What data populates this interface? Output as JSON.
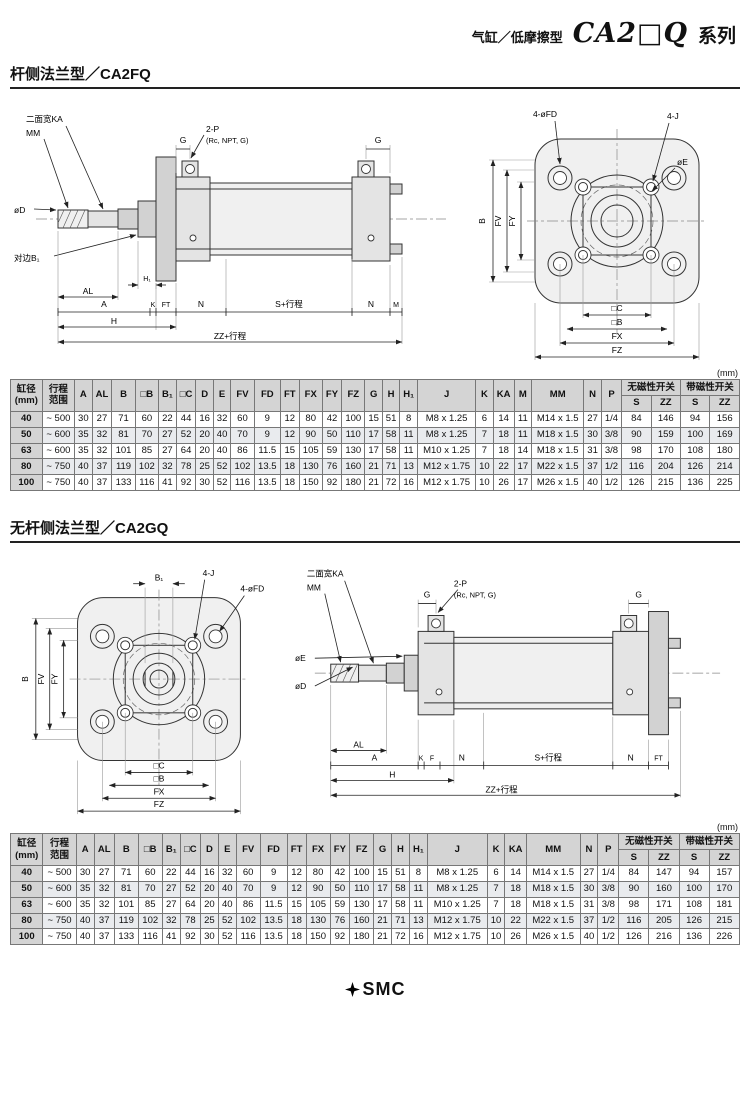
{
  "page_header": {
    "category": "气缸／低摩擦型",
    "series": "CA2□Q",
    "series_suffix": "系列"
  },
  "sections": {
    "fq": {
      "title": "杆侧法兰型／CA2FQ"
    },
    "gq": {
      "title": "无杆侧法兰型／CA2GQ"
    }
  },
  "footer": {
    "brand": "SMC"
  },
  "drawings": {
    "fq_side": {
      "ka": "二面宽KA",
      "mm": "MM",
      "g1": "G",
      "p": "2-P",
      "p_sub": "(Rc, NPT, G)",
      "g2": "G",
      "od": "øD",
      "b1": "对边B₁",
      "h1": "H₁",
      "al": "AL",
      "a": "A",
      "k": "K",
      "ft": "FT",
      "n1": "N",
      "s": "S+行程",
      "n2": "N",
      "m": "M",
      "h": "H",
      "zz": "ZZ+行程"
    },
    "fq_front": {
      "fd": "4-øFD",
      "j": "4-J",
      "e": "øE",
      "b": "B",
      "fv": "FV",
      "fy": "FY",
      "c": "□C",
      "bsq": "□B",
      "fx": "FX",
      "fz": "FZ"
    },
    "gq_front": {
      "b1": "B₁",
      "j": "4-J",
      "fd": "4-øFD",
      "b": "B",
      "fv": "FV",
      "fy": "FY",
      "c": "□C",
      "bsq": "□B",
      "fx": "FX",
      "fz": "FZ"
    },
    "gq_side": {
      "ka": "二面宽KA",
      "mm": "MM",
      "g1": "G",
      "p": "2-P",
      "p_sub": "(Rc, NPT, G)",
      "g2": "G",
      "oe": "øE",
      "od": "øD",
      "al": "AL",
      "a": "A",
      "k": "K",
      "f": "F",
      "n1": "N",
      "s": "S+行程",
      "n2": "N",
      "ft": "FT",
      "h": "H",
      "zz": "ZZ+行程"
    }
  },
  "tables": [
    {
      "unit": "(mm)",
      "head1": [
        {
          "t": "缸径\n(mm)",
          "rs": 2
        },
        {
          "t": "行程\n范围",
          "rs": 2
        },
        {
          "t": "A",
          "rs": 2
        },
        {
          "t": "AL",
          "rs": 2
        },
        {
          "t": "B",
          "rs": 2
        },
        {
          "t": "□B",
          "rs": 2
        },
        {
          "t": "B₁",
          "rs": 2
        },
        {
          "t": "□C",
          "rs": 2
        },
        {
          "t": "D",
          "rs": 2
        },
        {
          "t": "E",
          "rs": 2
        },
        {
          "t": "FV",
          "rs": 2
        },
        {
          "t": "FD",
          "rs": 2
        },
        {
          "t": "FT",
          "rs": 2
        },
        {
          "t": "FX",
          "rs": 2
        },
        {
          "t": "FY",
          "rs": 2
        },
        {
          "t": "FZ",
          "rs": 2
        },
        {
          "t": "G",
          "rs": 2
        },
        {
          "t": "H",
          "rs": 2
        },
        {
          "t": "H₁",
          "rs": 2
        },
        {
          "t": "J",
          "rs": 2
        },
        {
          "t": "K",
          "rs": 2
        },
        {
          "t": "KA",
          "rs": 2
        },
        {
          "t": "M",
          "rs": 2
        },
        {
          "t": "MM",
          "rs": 2
        },
        {
          "t": "N",
          "rs": 2
        },
        {
          "t": "P",
          "rs": 2
        },
        {
          "t": "无磁性开关",
          "cs": 2
        },
        {
          "t": "带磁性开关",
          "cs": 2
        }
      ],
      "head2": [
        "S",
        "ZZ",
        "S",
        "ZZ"
      ],
      "rows": [
        [
          "40",
          "~ 500",
          "30",
          "27",
          "71",
          "60",
          "22",
          "44",
          "16",
          "32",
          "60",
          "9",
          "12",
          "80",
          "42",
          "100",
          "15",
          "51",
          "8",
          "M8 x 1.25",
          "6",
          "14",
          "11",
          "M14 x 1.5",
          "27",
          "1/4",
          "84",
          "146",
          "94",
          "156"
        ],
        [
          "50",
          "~ 600",
          "35",
          "32",
          "81",
          "70",
          "27",
          "52",
          "20",
          "40",
          "70",
          "9",
          "12",
          "90",
          "50",
          "110",
          "17",
          "58",
          "11",
          "M8 x 1.25",
          "7",
          "18",
          "11",
          "M18 x 1.5",
          "30",
          "3/8",
          "90",
          "159",
          "100",
          "169"
        ],
        [
          "63",
          "~ 600",
          "35",
          "32",
          "101",
          "85",
          "27",
          "64",
          "20",
          "40",
          "86",
          "11.5",
          "15",
          "105",
          "59",
          "130",
          "17",
          "58",
          "11",
          "M10 x 1.25",
          "7",
          "18",
          "14",
          "M18 x 1.5",
          "31",
          "3/8",
          "98",
          "170",
          "108",
          "180"
        ],
        [
          "80",
          "~ 750",
          "40",
          "37",
          "119",
          "102",
          "32",
          "78",
          "25",
          "52",
          "102",
          "13.5",
          "18",
          "130",
          "76",
          "160",
          "21",
          "71",
          "13",
          "M12 x 1.75",
          "10",
          "22",
          "17",
          "M22 x 1.5",
          "37",
          "1/2",
          "116",
          "204",
          "126",
          "214"
        ],
        [
          "100",
          "~ 750",
          "40",
          "37",
          "133",
          "116",
          "41",
          "92",
          "30",
          "52",
          "116",
          "13.5",
          "18",
          "150",
          "92",
          "180",
          "21",
          "72",
          "16",
          "M12 x 1.75",
          "10",
          "26",
          "17",
          "M26 x 1.5",
          "40",
          "1/2",
          "126",
          "215",
          "136",
          "225"
        ]
      ]
    },
    {
      "unit": "(mm)",
      "head1": [
        {
          "t": "缸径\n(mm)",
          "rs": 2
        },
        {
          "t": "行程\n范围",
          "rs": 2
        },
        {
          "t": "A",
          "rs": 2
        },
        {
          "t": "AL",
          "rs": 2
        },
        {
          "t": "B",
          "rs": 2
        },
        {
          "t": "□B",
          "rs": 2
        },
        {
          "t": "B₁",
          "rs": 2
        },
        {
          "t": "□C",
          "rs": 2
        },
        {
          "t": "D",
          "rs": 2
        },
        {
          "t": "E",
          "rs": 2
        },
        {
          "t": "FV",
          "rs": 2
        },
        {
          "t": "FD",
          "rs": 2
        },
        {
          "t": "FT",
          "rs": 2
        },
        {
          "t": "FX",
          "rs": 2
        },
        {
          "t": "FY",
          "rs": 2
        },
        {
          "t": "FZ",
          "rs": 2
        },
        {
          "t": "G",
          "rs": 2
        },
        {
          "t": "H",
          "rs": 2
        },
        {
          "t": "H₁",
          "rs": 2
        },
        {
          "t": "J",
          "rs": 2
        },
        {
          "t": "K",
          "rs": 2
        },
        {
          "t": "KA",
          "rs": 2
        },
        {
          "t": "MM",
          "rs": 2
        },
        {
          "t": "N",
          "rs": 2
        },
        {
          "t": "P",
          "rs": 2
        },
        {
          "t": "无磁性开关",
          "cs": 2
        },
        {
          "t": "带磁性开关",
          "cs": 2
        }
      ],
      "head2": [
        "S",
        "ZZ",
        "S",
        "ZZ"
      ],
      "rows": [
        [
          "40",
          "~ 500",
          "30",
          "27",
          "71",
          "60",
          "22",
          "44",
          "16",
          "32",
          "60",
          "9",
          "12",
          "80",
          "42",
          "100",
          "15",
          "51",
          "8",
          "M8 x 1.25",
          "6",
          "14",
          "M14 x 1.5",
          "27",
          "1/4",
          "84",
          "147",
          "94",
          "157"
        ],
        [
          "50",
          "~ 600",
          "35",
          "32",
          "81",
          "70",
          "27",
          "52",
          "20",
          "40",
          "70",
          "9",
          "12",
          "90",
          "50",
          "110",
          "17",
          "58",
          "11",
          "M8 x 1.25",
          "7",
          "18",
          "M18 x 1.5",
          "30",
          "3/8",
          "90",
          "160",
          "100",
          "170"
        ],
        [
          "63",
          "~ 600",
          "35",
          "32",
          "101",
          "85",
          "27",
          "64",
          "20",
          "40",
          "86",
          "11.5",
          "15",
          "105",
          "59",
          "130",
          "17",
          "58",
          "11",
          "M10 x 1.25",
          "7",
          "18",
          "M18 x 1.5",
          "31",
          "3/8",
          "98",
          "171",
          "108",
          "181"
        ],
        [
          "80",
          "~ 750",
          "40",
          "37",
          "119",
          "102",
          "32",
          "78",
          "25",
          "52",
          "102",
          "13.5",
          "18",
          "130",
          "76",
          "160",
          "21",
          "71",
          "13",
          "M12 x 1.75",
          "10",
          "22",
          "M22 x 1.5",
          "37",
          "1/2",
          "116",
          "205",
          "126",
          "215"
        ],
        [
          "100",
          "~ 750",
          "40",
          "37",
          "133",
          "116",
          "41",
          "92",
          "30",
          "52",
          "116",
          "13.5",
          "18",
          "150",
          "92",
          "180",
          "21",
          "72",
          "16",
          "M12 x 1.75",
          "10",
          "26",
          "M26 x 1.5",
          "40",
          "1/2",
          "126",
          "216",
          "136",
          "226"
        ]
      ]
    }
  ]
}
